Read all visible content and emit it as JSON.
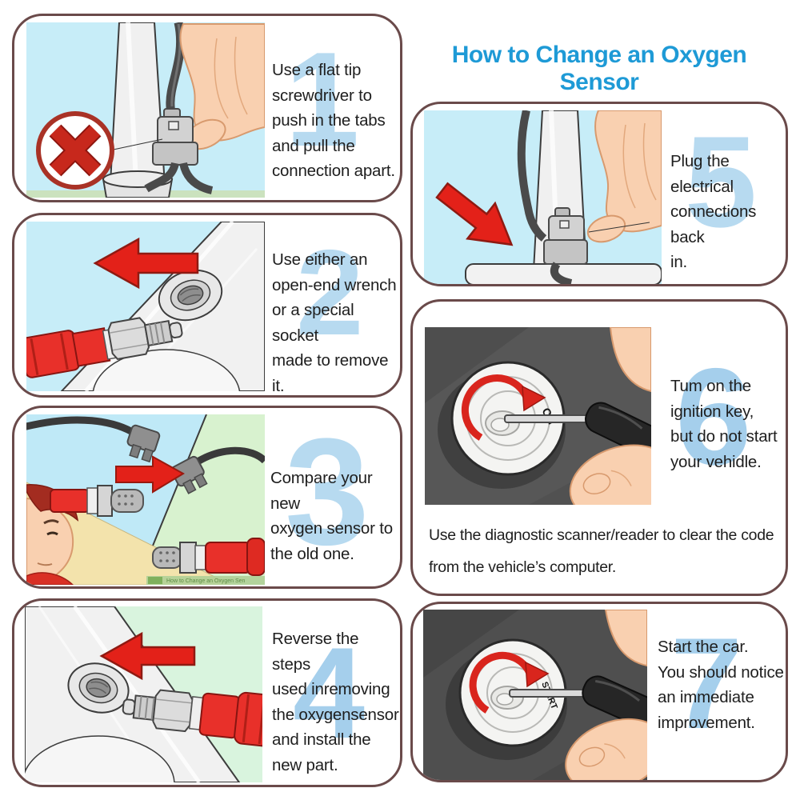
{
  "title": "How to Change an Oxygen Sensor",
  "steps": [
    {
      "num": "1",
      "text": "Use a flat tip\nscrewdriver to\npush in the tabs\nand pull the\nconnection apart."
    },
    {
      "num": "2",
      "text": "Use either an\nopen-end wrench\nor a special socket\nmade to remove\nit."
    },
    {
      "num": "3",
      "text": "Compare your new\noxygen sensor to\nthe old one."
    },
    {
      "num": "4",
      "text": "Reverse the steps\nused inremoving\nthe oxygensensor\nand install the\nnew part."
    },
    {
      "num": "5",
      "text": "Plug the electrical\nconnections back\nin."
    },
    {
      "num": "6",
      "text": "Tum on the\nignition key,\nbut do not start\nyour vehidle."
    },
    {
      "num": "7",
      "text": "Start the car.\nYou should notice\nan immediate\nimprovement."
    }
  ],
  "note": "Use the diagnostic scanner/reader to clear the code\nfrom the vehicle’s computer.",
  "labels": {
    "ignition_on": "ON",
    "ignition_start": "START",
    "watermark": "How to Change an Oxygen Sen"
  },
  "colors": {
    "title_blue": "#1E9AD6",
    "panel_border": "#6A4A4A",
    "number_blue": "#B7DAF0",
    "accent_red": "#E32119",
    "illustration_blue_bg": "#C7EDF8",
    "illustration_green_bg": "#D9F4DE",
    "illustration_dark_bg": "#575757",
    "skin": "#F9D0B0"
  }
}
